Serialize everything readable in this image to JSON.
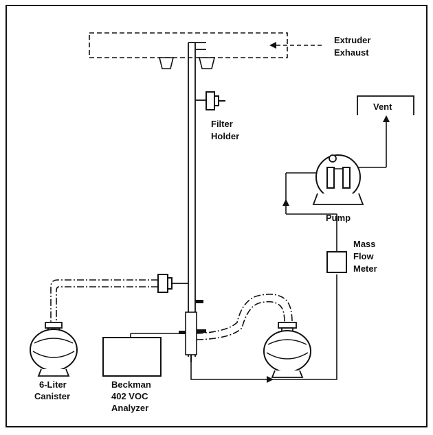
{
  "labels": {
    "extruder_exhaust": [
      "Extruder",
      "Exhaust"
    ],
    "filter_holder": [
      "Filter",
      "Holder"
    ],
    "vent": "Vent",
    "pump": "Pump",
    "mass_flow_meter": [
      "Mass",
      "Flow",
      "Meter"
    ],
    "canister": [
      "6-Liter",
      "Canister"
    ],
    "analyzer": [
      "Beckman",
      "402 VOC",
      "Analyzer"
    ]
  },
  "colors": {
    "ink": "#111111",
    "background": "#ffffff"
  }
}
